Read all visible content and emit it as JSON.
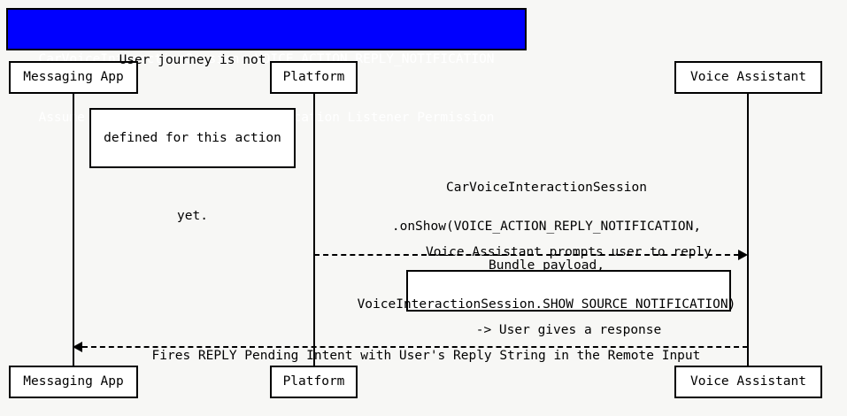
{
  "diagram": {
    "type": "uml-sequence-diagram",
    "background_color": "#f7f7f5",
    "title_banner": {
      "fill_color": "#0000ff",
      "text_color": "#ffffff",
      "line1": "CarVoiceInteractionSession: VOICE_ACTION_REPLY_NOTIFICATION",
      "line2": "Assume Voice Assistant has Notification Listener Permission"
    },
    "participants": [
      {
        "id": "messaging-app",
        "label": "Messaging App"
      },
      {
        "id": "platform",
        "label": "Platform"
      },
      {
        "id": "voice-assistant",
        "label": "Voice Assistant"
      }
    ],
    "notes": [
      {
        "id": "note-user-journey",
        "line1": "User journey is not",
        "line2": "defined for this action",
        "line3": "yet."
      },
      {
        "id": "note-voice-prompt",
        "line1": "Voice Assistant prompts user to reply",
        "line2": "-> User gives a response"
      }
    ],
    "messages": [
      {
        "id": "message-onshow",
        "from": "platform",
        "to": "voice-assistant",
        "style": "dashed",
        "direction": "right",
        "line1": "CarVoiceInteractionSession",
        "line2": ".onShow(VOICE_ACTION_REPLY_NOTIFICATION,",
        "line3": "Bundle payload,",
        "line4": "VoiceInteractionSession.SHOW_SOURCE_NOTIFICATION)"
      },
      {
        "id": "message-reply-intent",
        "from": "voice-assistant",
        "to": "messaging-app",
        "style": "dashed",
        "direction": "left",
        "line1": "Fires REPLY Pending Intent with User's Reply String in the Remote Input"
      }
    ]
  }
}
